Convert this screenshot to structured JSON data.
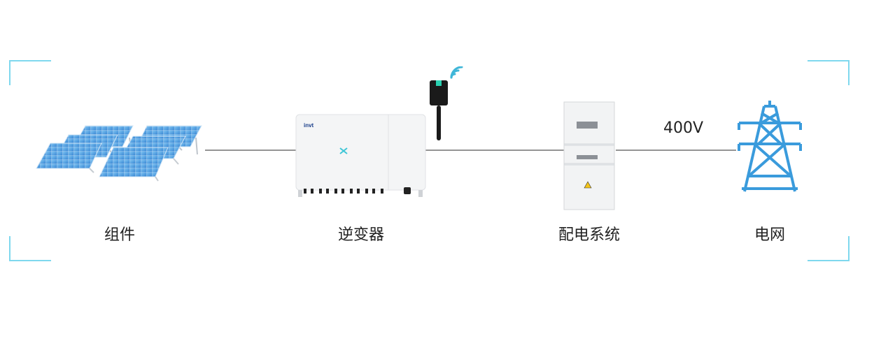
{
  "diagram": {
    "nodes": [
      {
        "id": "modules",
        "label": "组件",
        "icon": "solar-panel-array"
      },
      {
        "id": "inverter",
        "label": "逆变器",
        "icon": "inverter",
        "brand": "invt"
      },
      {
        "id": "distribution",
        "label": "配电系统",
        "icon": "distribution-cabinet"
      },
      {
        "id": "grid",
        "label": "电网",
        "icon": "transmission-tower"
      }
    ],
    "voltage_label": "400V",
    "colors": {
      "frame": "#7fd8ee",
      "tower": "#3a9bdc",
      "panel": "#3d8fd8",
      "line": "#555555"
    }
  }
}
